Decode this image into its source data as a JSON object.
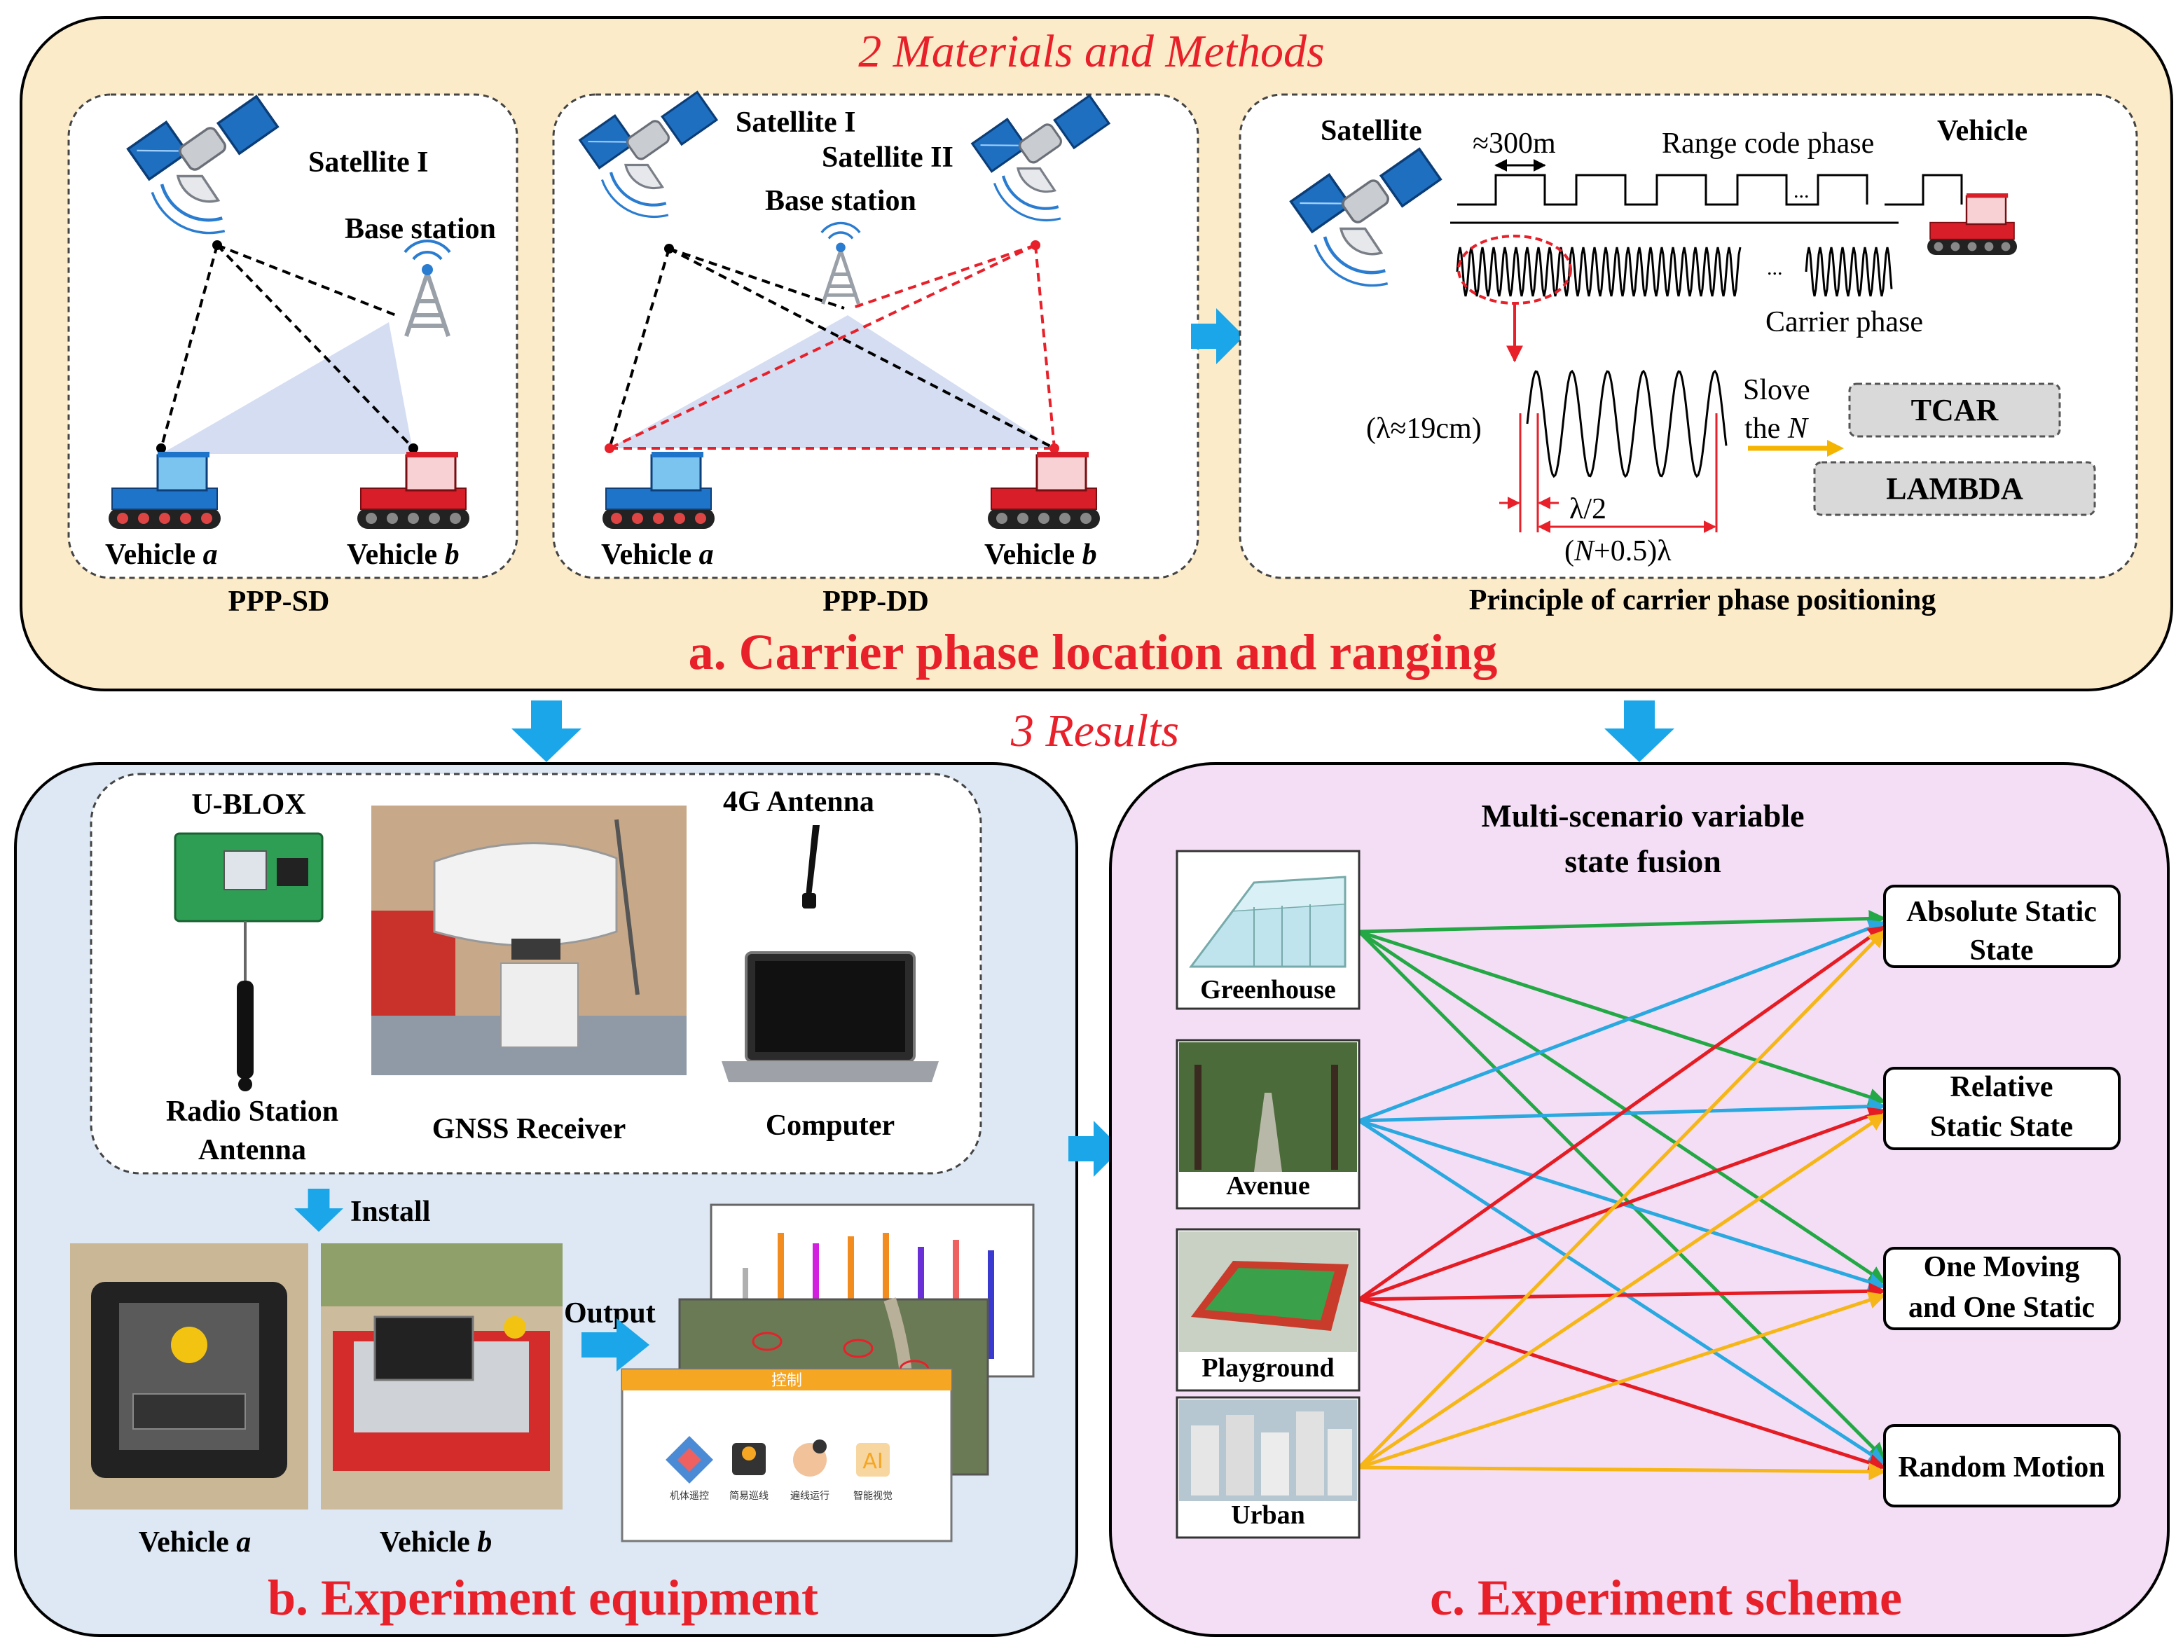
{
  "headings": {
    "methods": "2 Materials and Methods",
    "results": "3 Results",
    "panel_a": "a. Carrier phase location and ranging",
    "panel_b": "b. Experiment equipment",
    "panel_c": "c. Experiment scheme"
  },
  "ppp_sd": {
    "caption": "PPP-SD",
    "satellite": "Satellite I",
    "base_station": "Base station",
    "vehicle_a": "Vehicle ",
    "vehicle_b": "Vehicle ",
    "var_a": "a",
    "var_b": "b"
  },
  "ppp_dd": {
    "caption": "PPP-DD",
    "satellite_1": "Satellite I",
    "satellite_2": "Satellite II",
    "base_station": "Base station",
    "vehicle_a": "Vehicle ",
    "vehicle_b": "Vehicle ",
    "var_a": "a",
    "var_b": "b"
  },
  "principle": {
    "caption": "Principle of carrier phase positioning",
    "satellite": "Satellite",
    "vehicle": "Vehicle",
    "code_length": "≈300m",
    "range_code_phase": "Range code phase",
    "carrier_phase": "Carrier phase",
    "wavelength": "(λ≈19cm)",
    "solve_1": "Slove",
    "solve_2": "the ",
    "solve_var": "N",
    "half_lambda": "λ/2",
    "n_lambda_pre": "(",
    "n_lambda_var": "N",
    "n_lambda_post": "+0.5)λ",
    "ellipsis": "...",
    "method_1": "TCAR",
    "method_2": "LAMBDA"
  },
  "equipment": {
    "ublox": "U-BLOX",
    "antenna_4g": "4G Antenna",
    "radio_antenna_1": "Radio Station",
    "radio_antenna_2": "Antenna",
    "gnss_receiver": "GNSS Receiver",
    "computer": "Computer",
    "install": "Install",
    "output": "Output",
    "vehicle_a": "Vehicle ",
    "vehicle_b": "Vehicle ",
    "var_a": "a",
    "var_b": "b",
    "app_title": "控制",
    "app_items": [
      "机体遥控",
      "简易巡线",
      "遍线运行",
      "智能视觉"
    ]
  },
  "scheme": {
    "title_1": "Multi-scenario variable",
    "title_2": "state fusion",
    "scenarios": [
      "Greenhouse",
      "Avenue",
      "Playground",
      "Urban"
    ],
    "states": [
      [
        "Absolute Static",
        "State"
      ],
      [
        "Relative",
        "Static State"
      ],
      [
        "One Moving",
        "and One Static"
      ],
      [
        "Random Motion"
      ]
    ],
    "scenario_colors": [
      "#23a845",
      "#2aa8e0",
      "#e51c23",
      "#f6b617"
    ]
  },
  "colors": {
    "accent_red": "#e8202a",
    "panel_a_bg": "#fcebc8",
    "panel_b_bg": "#dde8f4",
    "panel_c_bg": "#f3def5",
    "arrow_blue": "#1aa6e8"
  }
}
